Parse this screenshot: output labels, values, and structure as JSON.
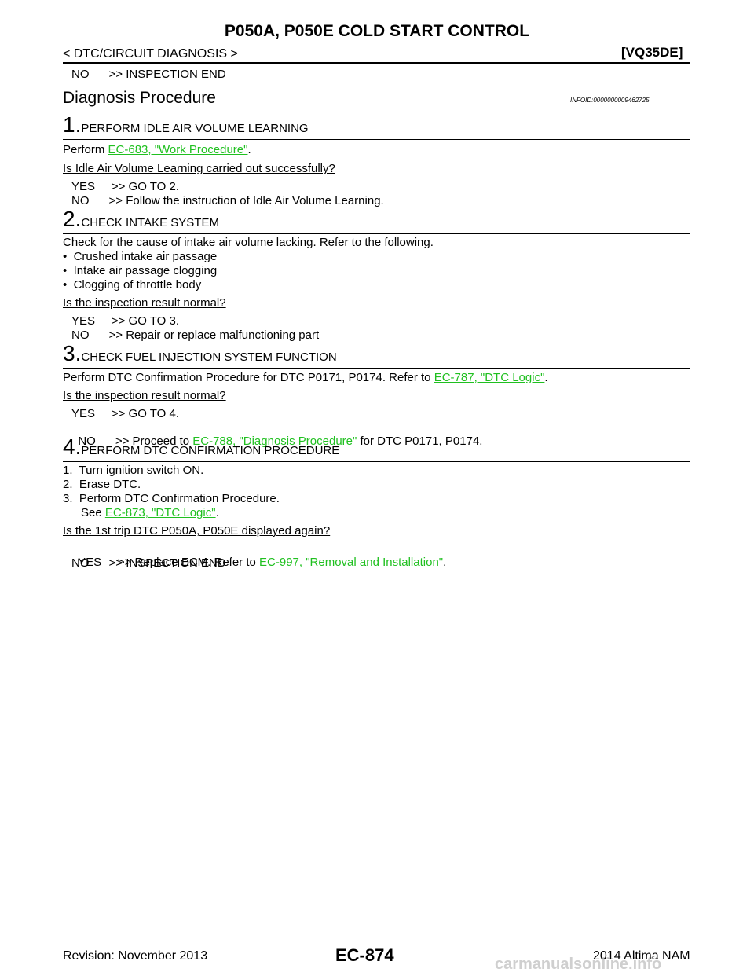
{
  "header": {
    "title": "P050A, P050E COLD START CONTROL",
    "breadcrumb": "< DTC/CIRCUIT DIAGNOSIS >",
    "model": "[VQ35DE]"
  },
  "intro_line": "NO      >> INSPECTION END",
  "section": {
    "title": "Diagnosis Procedure",
    "infoid": "INFOID:0000000009462725"
  },
  "steps": [
    {
      "num": "1.",
      "title": "PERFORM IDLE AIR VOLUME LEARNING",
      "body_prefix": "Perform ",
      "body_link": "EC-683, \"Work Procedure\"",
      "body_suffix": ".",
      "question": "Is Idle Air Volume Learning carried out successfully?",
      "yes": "YES     >> GO TO 2.",
      "no": "NO      >> Follow the instruction of Idle Air Volume Learning."
    },
    {
      "num": "2.",
      "title": "CHECK INTAKE SYSTEM",
      "body": "Check for the cause of intake air volume lacking. Refer to the following.",
      "bullets": [
        "•  Crushed intake air passage",
        "•  Intake air passage clogging",
        "•  Clogging of throttle body"
      ],
      "question": "Is the inspection result normal?",
      "yes": "YES     >> GO TO 3.",
      "no": "NO      >> Repair or replace malfunctioning part"
    },
    {
      "num": "3.",
      "title": "CHECK FUEL INJECTION SYSTEM FUNCTION",
      "body_prefix": "Perform DTC Confirmation Procedure for DTC P0171, P0174. Refer to ",
      "body_link": "EC-787, \"DTC Logic\"",
      "body_suffix": ".",
      "question": "Is the inspection result normal?",
      "yes": "YES     >> GO TO 4.",
      "no_prefix": "NO      >> Proceed to ",
      "no_link": "EC-788, \"Diagnosis Procedure\"",
      "no_suffix": " for DTC P0171, P0174."
    },
    {
      "num": "4.",
      "title": "PERFORM DTC CONFIRMATION PROCEDURE",
      "list": [
        "1.  Turn ignition switch ON.",
        "2.  Erase DTC.",
        "3.  Perform DTC Confirmation Procedure."
      ],
      "see_prefix": "See ",
      "see_link": "EC-873, \"DTC Logic\"",
      "see_suffix": ".",
      "question": "Is the 1st trip DTC P050A, P050E displayed again?",
      "yes_prefix": "YES     >> Replace ECM. Refer to ",
      "yes_link": "EC-997, \"Removal and Installation\"",
      "yes_suffix": ".",
      "no": "NO      >> INSPECTION END"
    }
  ],
  "footer": {
    "revision": "Revision: November 2013",
    "page": "EC-874",
    "model_year": "2014 Altima NAM",
    "watermark": "carmanualsonline.info"
  }
}
